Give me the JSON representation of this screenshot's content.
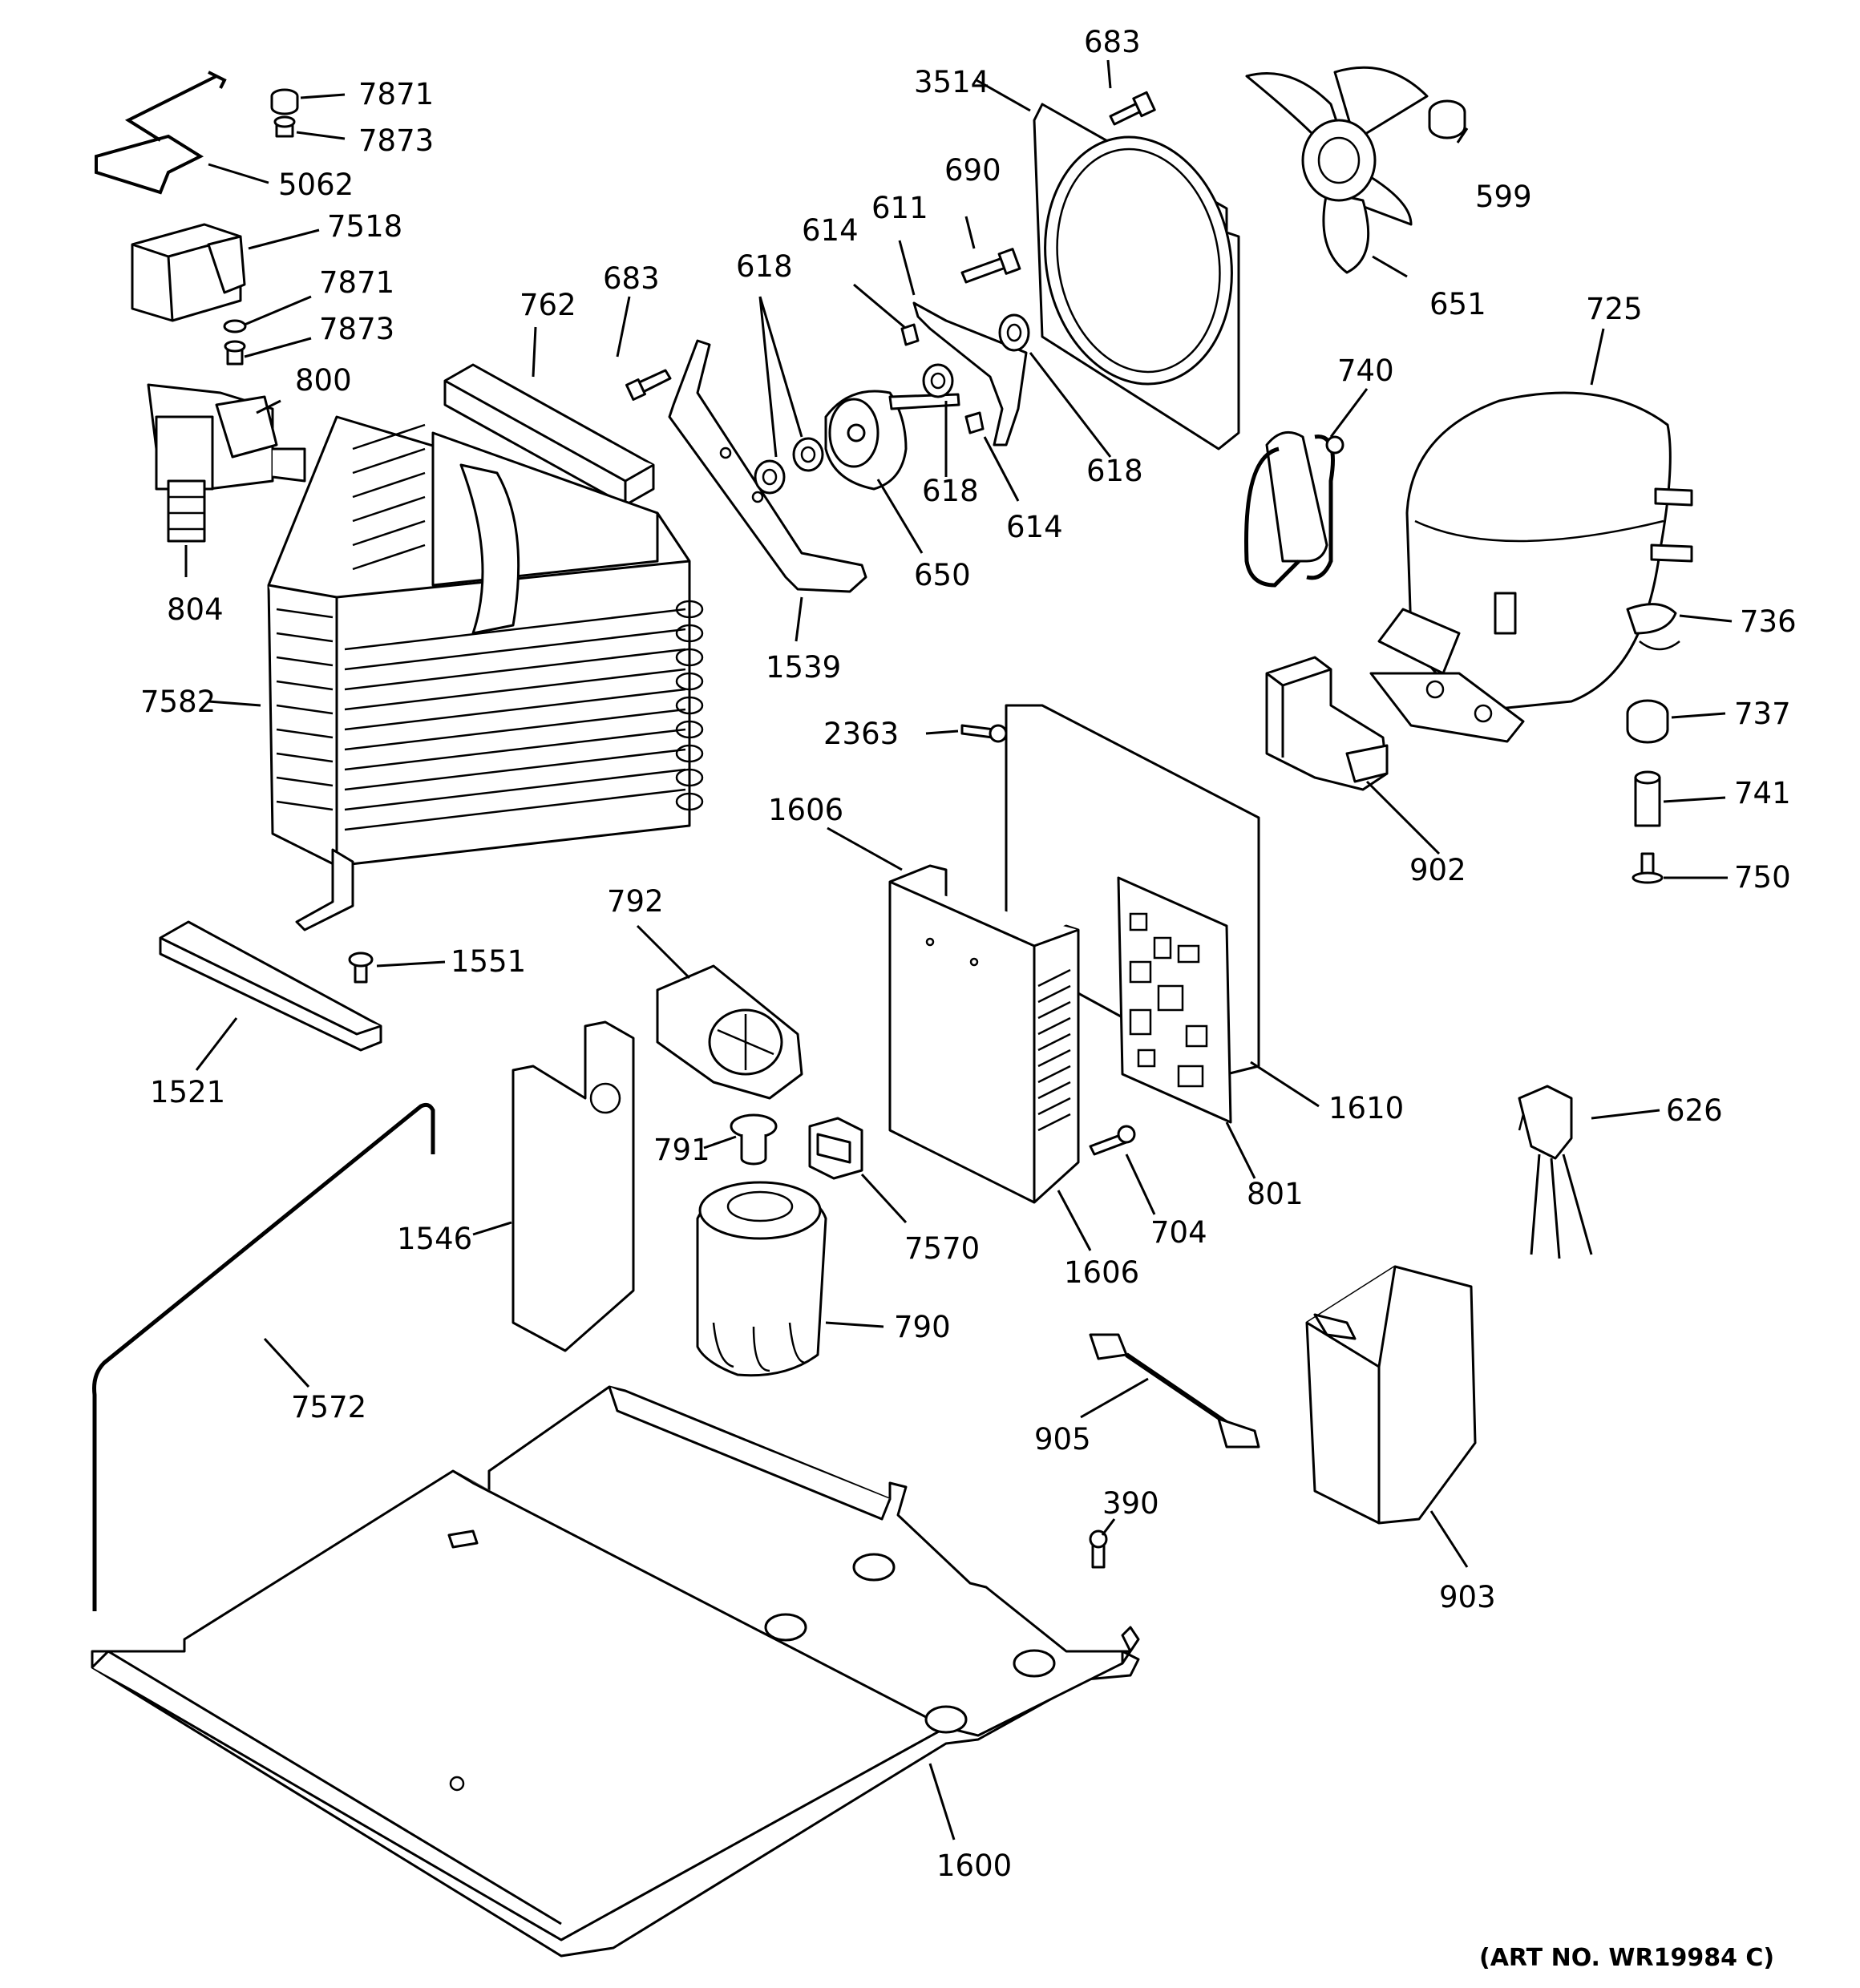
{
  "diagram": {
    "art_number": "(ART NO. WR19984 C)",
    "labels": {
      "l7871a": "7871",
      "l7873a": "7873",
      "l5062": "5062",
      "l7518": "7518",
      "l7871b": "7871",
      "l7873b": "7873",
      "l800": "800",
      "l804": "804",
      "l762": "762",
      "l683a": "683",
      "l618a": "618",
      "l614a": "614",
      "l611": "611",
      "l690": "690",
      "l683b": "683",
      "l3514": "3514",
      "l599": "599",
      "l651": "651",
      "l725": "725",
      "l740": "740",
      "l618b": "618",
      "l614b": "614",
      "l618c": "618",
      "l650": "650",
      "l1539": "1539",
      "l7582": "7582",
      "l736": "736",
      "l737": "737",
      "l741": "741",
      "l750": "750",
      "l902": "902",
      "l2363": "2363",
      "l1606a": "1606",
      "l792": "792",
      "l1551": "1551",
      "l1521": "1521",
      "l1610": "1610",
      "l801": "801",
      "l626": "626",
      "l791": "791",
      "l1546": "1546",
      "l7570": "7570",
      "l704": "704",
      "l1606b": "1606",
      "l790": "790",
      "l7572": "7572",
      "l905": "905",
      "l390": "390",
      "l903": "903",
      "l1600": "1600"
    }
  }
}
